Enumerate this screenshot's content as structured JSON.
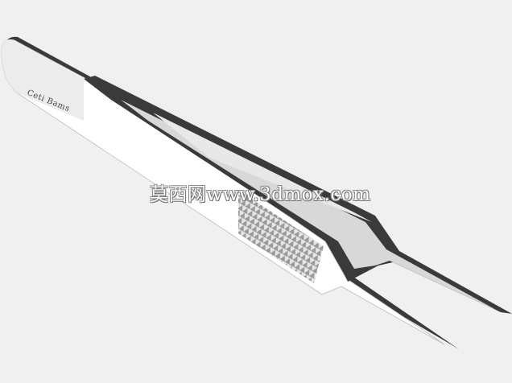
{
  "image": {
    "subject": "tweezers-3d-model",
    "background_color": "#f0f0f0",
    "handle_color": "#ffffff",
    "inner_face_color": "#d8d8d8",
    "edge_color": "#3a3a3a"
  },
  "engraving": {
    "text": "Ceti Bams"
  },
  "watermark": {
    "text": "莫西网www.3dmox.com"
  }
}
